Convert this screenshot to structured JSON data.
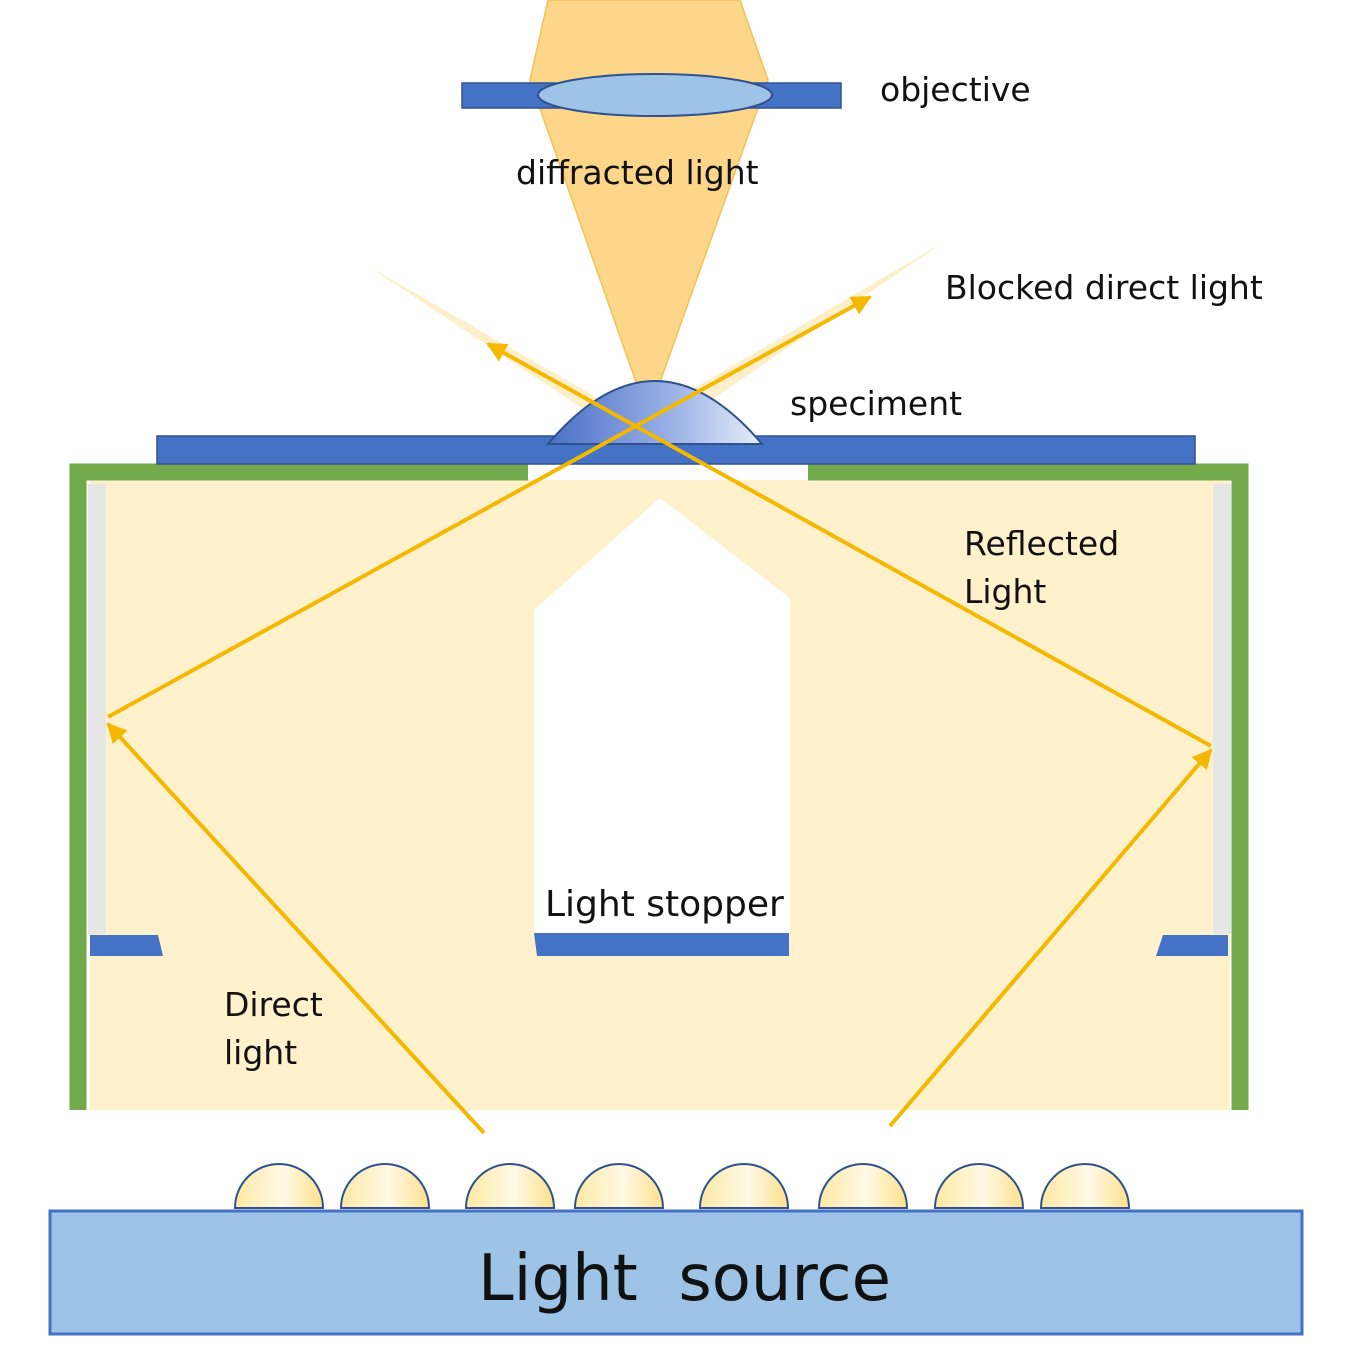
{
  "labels": {
    "objective": "objective",
    "diffracted_light": "diffracted light",
    "blocked_direct_light": "Blocked direct light",
    "speciment": "speciment",
    "reflected_light_line1": "Reflected",
    "reflected_light_line2": "Light",
    "light_stopper": "Light stopper",
    "direct_light_line1": "Direct",
    "direct_light_line2": "light",
    "light_source": "Light  source"
  },
  "colors": {
    "housing_green": "#72a94a",
    "plate_blue": "#4472c4",
    "lens_light_blue": "#9dc3e6",
    "light_fill": "#fff1cc",
    "cone_orange": "#fdd68a",
    "ray_yellow": "#f5b800",
    "mirror_grey": "#e6e6e6",
    "source_blue": "#9dc3e6"
  },
  "led_count": 8
}
